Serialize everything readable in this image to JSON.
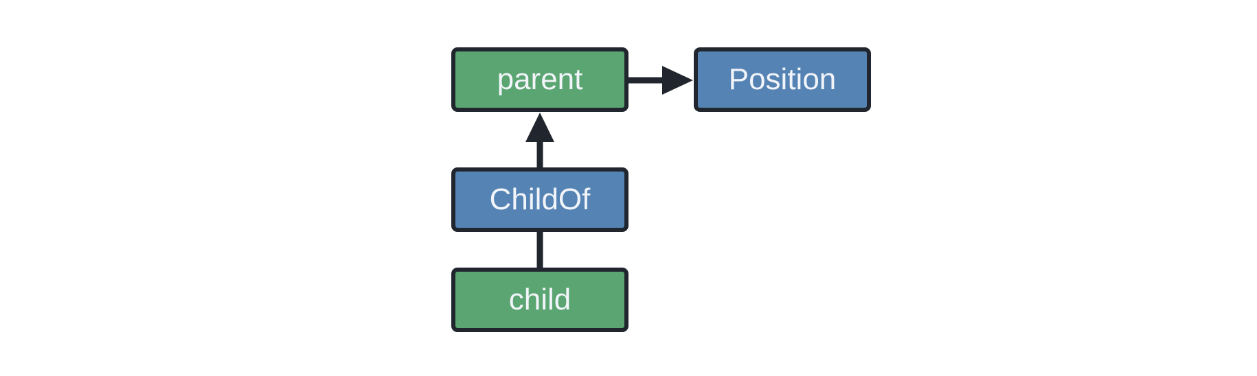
{
  "diagram": {
    "nodes": {
      "parent": {
        "label": "parent",
        "fill": "#5aa571"
      },
      "position": {
        "label": "Position",
        "fill": "#5583b4"
      },
      "childof": {
        "label": "ChildOf",
        "fill": "#5583b4"
      },
      "child": {
        "label": "child",
        "fill": "#5aa571"
      }
    },
    "edges": [
      {
        "from": "parent",
        "to": "Position",
        "arrowhead": true,
        "direction": "right"
      },
      {
        "from": "ChildOf",
        "to": "parent",
        "arrowhead": true,
        "direction": "up"
      },
      {
        "from": "child",
        "to": "ChildOf",
        "arrowhead": false,
        "direction": "up"
      }
    ],
    "colors": {
      "entity_green": "#5aa571",
      "component_blue": "#5583b4",
      "outline": "#21262e",
      "edge_stroke": "#21262e",
      "label_text": "#f1f4f8",
      "background": "#ffffff"
    }
  }
}
